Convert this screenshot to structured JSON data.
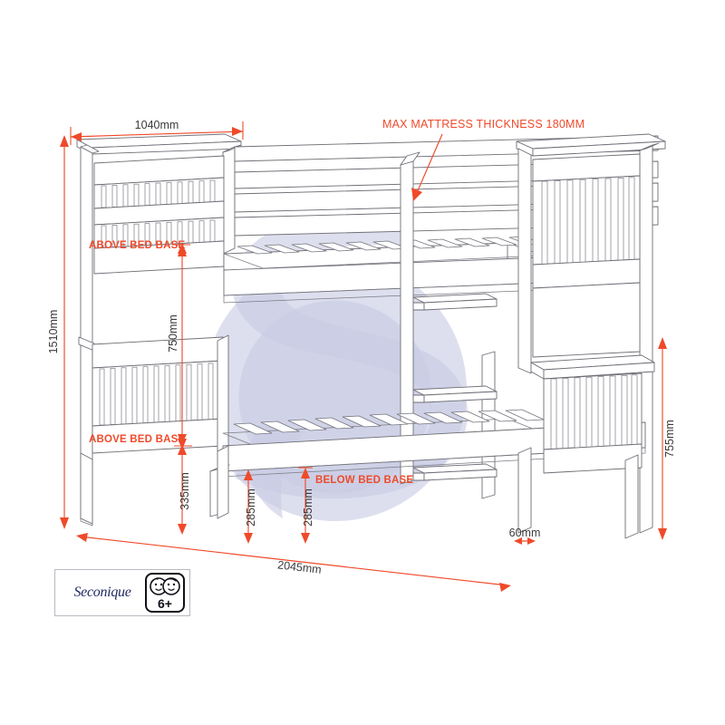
{
  "document": {
    "type": "technical-dimension-drawing",
    "subject": "Bunk bed assembly dimensions",
    "background_color": "#ffffff",
    "annotation_color": "#ef4a2a",
    "dimension_text_color": "#3a3a3a",
    "line_color": "#6e6e76",
    "watermark_color": "#c9cce4"
  },
  "annotations": {
    "mattress_note": "MAX MATTRESS THICKNESS 180MM",
    "above_bed_base_top": "ABOVE BED BASE",
    "above_bed_base_bottom": "ABOVE BED BASE",
    "below_bed_base": "BELOW BED BASE"
  },
  "dimensions": {
    "width_overall": "1040mm",
    "height_overall": "1510mm",
    "upper_clearance": "750mm",
    "lower_clearance": "335mm",
    "under_bed_left": "285mm",
    "under_bed_right": "285mm",
    "length_overall": "2045mm",
    "post_width": "60mm",
    "lower_bunk_height": "755mm"
  },
  "dimension_list": [
    {
      "label": "1040mm",
      "value": 1040,
      "unit": "mm",
      "measures": "overall width of headboard",
      "orientation": "horizontal"
    },
    {
      "label": "1510mm",
      "value": 1510,
      "unit": "mm",
      "measures": "overall height of bunk bed",
      "orientation": "vertical"
    },
    {
      "label": "750mm",
      "value": 750,
      "unit": "mm",
      "measures": "clearance above lower bed base to upper bed base",
      "orientation": "vertical"
    },
    {
      "label": "335mm",
      "value": 335,
      "unit": "mm",
      "measures": "height above bed base of lower bunk to floor reference",
      "orientation": "vertical"
    },
    {
      "label": "285mm",
      "value": 285,
      "unit": "mm",
      "measures": "clearance below lower bed base (left)",
      "orientation": "vertical"
    },
    {
      "label": "285mm",
      "value": 285,
      "unit": "mm",
      "measures": "clearance below lower bed base (right)",
      "orientation": "vertical"
    },
    {
      "label": "2045mm",
      "value": 2045,
      "unit": "mm",
      "measures": "overall length of bunk bed",
      "orientation": "diagonal"
    },
    {
      "label": "60mm",
      "value": 60,
      "unit": "mm",
      "measures": "corner post width",
      "orientation": "horizontal"
    },
    {
      "label": "755mm",
      "value": 755,
      "unit": "mm",
      "measures": "height of lower bunk end panel",
      "orientation": "vertical"
    },
    {
      "label": "MAX MATTRESS THICKNESS 180MM",
      "value": 180,
      "unit": "mm",
      "measures": "maximum mattress thickness for upper bunk",
      "orientation": "callout"
    }
  ],
  "branding": {
    "brand_name": "Seconique",
    "age_rating": "6+",
    "age_icon": "two-children-faces-icon"
  },
  "watermark": {
    "glyph": "S",
    "description": "large faint letter S watermark behind the drawing"
  }
}
